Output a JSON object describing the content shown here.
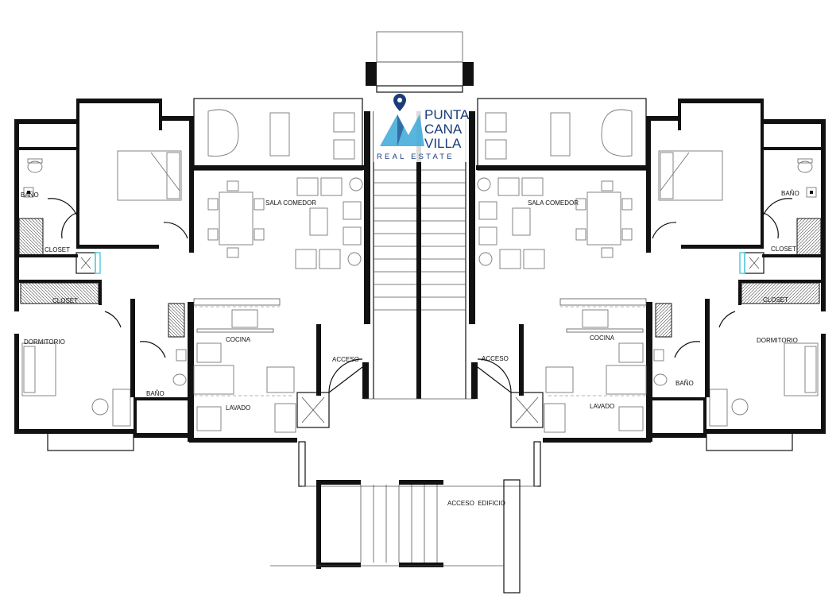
{
  "logo": {
    "line1": "PUNTA",
    "line2": "CANA",
    "line3": "VILLA",
    "tagline": "REAL ESTATE",
    "color": "#1a3d7a",
    "accent": "#3aa8d8"
  },
  "left_unit": {
    "bano_top": "BAÑO",
    "closet_small": "CLOSET",
    "closet": "CLOSET",
    "sala": "SALA COMEDOR",
    "dormitorio": "DORMITORIO",
    "cocina": "COCINA",
    "lavado": "LAVADO",
    "bano_bottom": "BAÑO",
    "acceso": "ACCESO"
  },
  "right_unit": {
    "bano_top": "BAÑO",
    "closet_small": "CLOSET",
    "closet": "CLOSET",
    "sala": "SALA COMEDOR",
    "dormitorio": "DORMITORIO",
    "cocina": "COCINA",
    "lavado": "LAVADO",
    "bano_bottom": "BAÑO",
    "acceso": "ACCESO"
  },
  "acceso_edificio": "ACCESO  EDIFICIO"
}
